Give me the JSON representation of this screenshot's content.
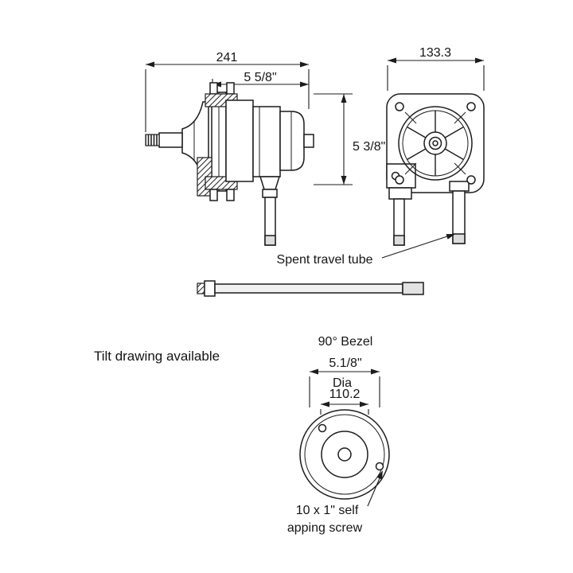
{
  "diagram": {
    "dims": {
      "overall_width_mm": "241",
      "mount_to_front_in": "5 5/8\"",
      "helm_width_mm": "133.3",
      "helm_height_in": "5 3/8\"",
      "bezel_dia_in": "5.1/8\"",
      "dia_label": "Dia",
      "bezel_dia_mm": "110.2"
    },
    "labels": {
      "spent_travel_tube": "Spent travel tube",
      "tilt_drawing": "Tilt drawing available",
      "bezel_title": "90° Bezel",
      "screw_line1": "10 x 1\" self",
      "screw_line2": "apping screw"
    },
    "colors": {
      "line": "#1c1c1c",
      "background": "#ffffff"
    }
  }
}
